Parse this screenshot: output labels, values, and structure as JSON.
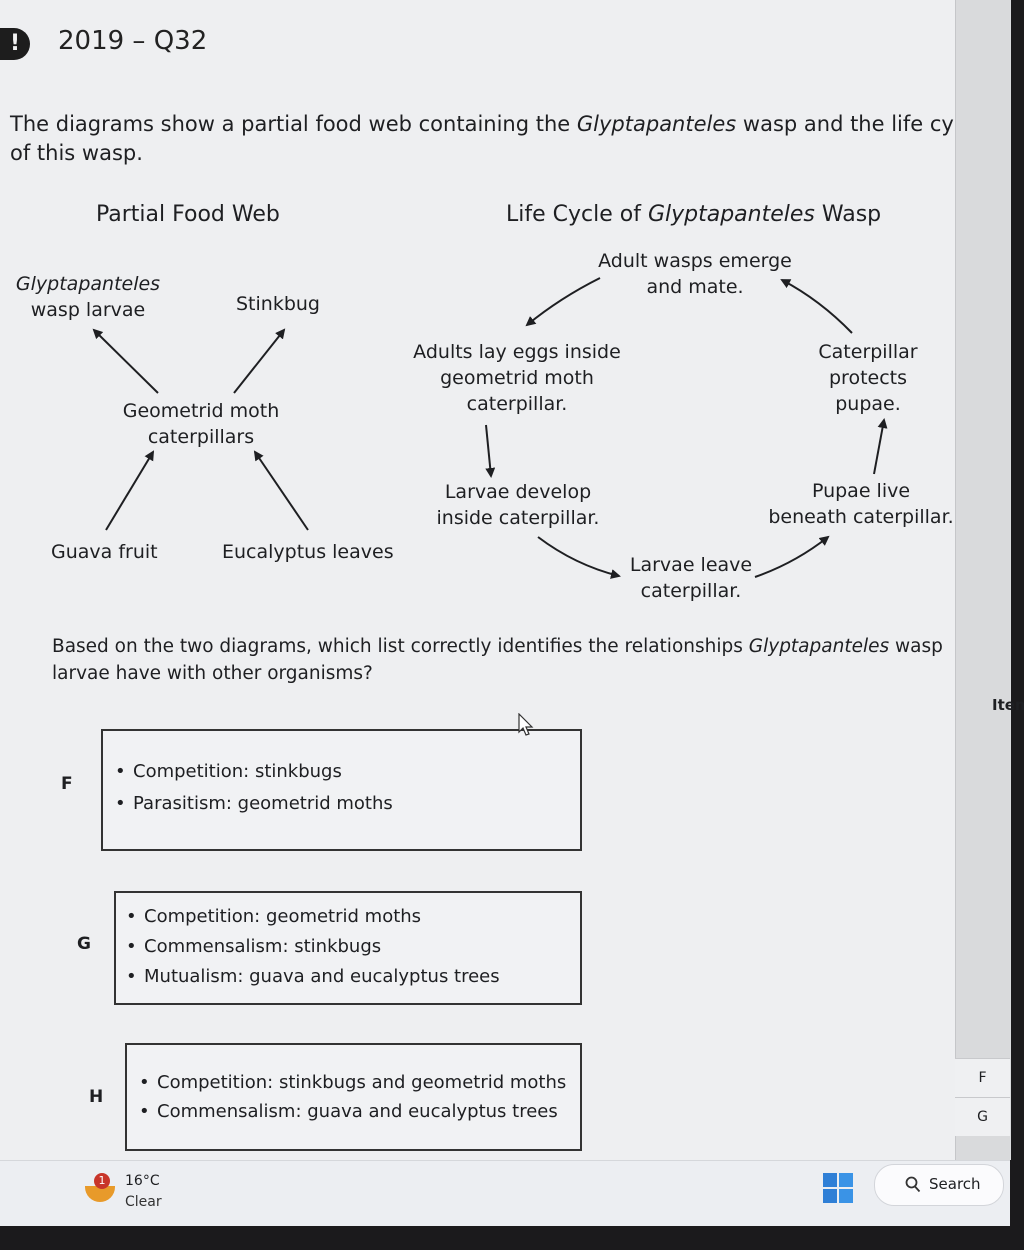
{
  "question_id": "2019 – Q32",
  "warning_glyph": "!",
  "prompt": {
    "before": "The diagrams show a partial food web containing the ",
    "italic": "Glyptapanteles",
    "after": " wasp and the life cycle of this wasp."
  },
  "food_web": {
    "title": "Partial Food Web",
    "wasp_italic": "Glyptapanteles",
    "wasp_line2": "wasp larvae",
    "stinkbug": "Stinkbug",
    "moth_line1": "Geometrid moth",
    "moth_line2": "caterpillars",
    "guava": "Guava fruit",
    "eucalyptus": "Eucalyptus leaves"
  },
  "life_cycle": {
    "title_before": "Life Cycle of ",
    "title_italic": "Glyptapanteles",
    "title_after": " Wasp",
    "emerge_line1": "Adult wasps emerge",
    "emerge_line2": "and mate.",
    "lay_line1": "Adults lay eggs inside",
    "lay_line2": "geometrid moth",
    "lay_line3": "caterpillar.",
    "protect_line1": "Caterpillar",
    "protect_line2": "protects",
    "protect_line3": "pupae.",
    "develop_line1": "Larvae develop",
    "develop_line2": "inside caterpillar.",
    "pupae_line1": "Pupae live",
    "pupae_line2": "beneath caterpillar.",
    "leave_line1": "Larvae leave",
    "leave_line2": "caterpillar."
  },
  "question": {
    "before": "Based on the two diagrams, which list correctly identifies the relationships ",
    "italic": "Glyptapanteles",
    "after": " wasp larvae have with other organisms?"
  },
  "options": [
    {
      "letter": "F",
      "items": [
        "Competition: stinkbugs",
        "Parasitism: geometrid moths"
      ]
    },
    {
      "letter": "G",
      "items": [
        "Competition: geometrid moths",
        "Commensalism: stinkbugs",
        "Mutualism: guava and eucalyptus trees"
      ]
    },
    {
      "letter": "H",
      "items": [
        "Competition: stinkbugs and geometrid moths",
        "Commensalism: guava and eucalyptus trees"
      ]
    }
  ],
  "side_panel": {
    "item_label": "Item",
    "answers": [
      "F",
      "G"
    ]
  },
  "taskbar": {
    "weather_badge": "1",
    "temperature": "16°C",
    "condition": "Clear",
    "search_label": "Search",
    "start_icon": "windows-start-icon"
  }
}
